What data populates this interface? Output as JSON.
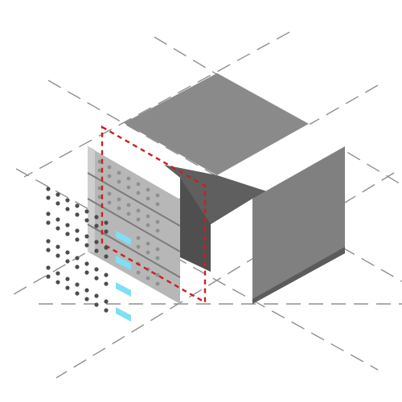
{
  "illustration": {
    "subject": "server-rack-exploded-isometric",
    "colors": {
      "background": "#ffffff",
      "guide_lines": "#8f8f8f",
      "top_panel": "#8a8a8a",
      "top_white": "#ffffff",
      "cavity": "#5f5f5f",
      "side_panel": "#808080",
      "side_panel_bottom": "#5b5b5b",
      "front_panel": "#b7b7b7",
      "front_panel_light": "#cfcfcf",
      "vent_dots": "#8f8f8f",
      "led_indicator": "#7ee0f4",
      "highlight_outline": "#cc1f1f",
      "floating_dots": "#4d4d4d"
    },
    "modules": {
      "server_units": 4,
      "floating_leds": 4
    }
  }
}
